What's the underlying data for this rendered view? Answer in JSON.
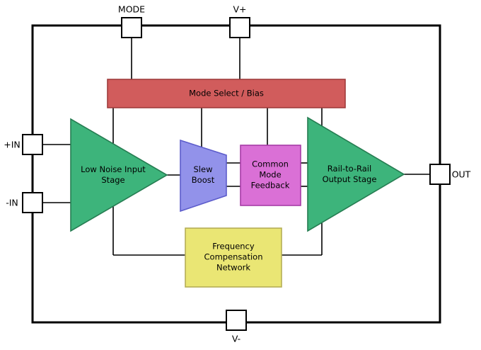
{
  "pins": {
    "mode": "MODE",
    "v_plus": "V+",
    "v_minus": "V-",
    "in_plus": "+IN",
    "in_minus": "-IN",
    "out": "OUT"
  },
  "blocks": {
    "mode_select_bias": {
      "label": "Mode Select / Bias",
      "shape": "rectangle",
      "fill": "#d15c5c",
      "stroke": "#a03c3c"
    },
    "low_noise_input_stage": {
      "label": "Low Noise Input\nStage",
      "shape": "triangle",
      "fill": "#3db47b",
      "stroke": "#267d52"
    },
    "slew_boost": {
      "label": "Slew\nBoost",
      "shape": "trapezoid",
      "fill": "#9292ea",
      "stroke": "#5d5dcb"
    },
    "common_mode_feedback": {
      "label": "Common\nMode\nFeedback",
      "shape": "rectangle",
      "fill": "#da70d6",
      "stroke": "#a63ca6"
    },
    "rail_to_rail_output_stage": {
      "label": "Rail-to-Rail\nOutput Stage",
      "shape": "triangle",
      "fill": "#3db47b",
      "stroke": "#267d52"
    },
    "frequency_compensation_network": {
      "label": "Frequency\nCompensation\nNetwork",
      "shape": "rectangle",
      "fill": "#eae674",
      "stroke": "#b5ae56"
    }
  },
  "connections": [
    "MODE -> Mode Select / Bias",
    "V+ -> Mode Select / Bias",
    "Mode Select / Bias -> Low Noise Input Stage",
    "Mode Select / Bias -> Slew Boost",
    "Mode Select / Bias -> Common Mode Feedback",
    "Mode Select / Bias -> Rail-to-Rail Output Stage",
    "+IN -> Low Noise Input Stage",
    "-IN -> Low Noise Input Stage",
    "Low Noise Input Stage -> Slew Boost",
    "Slew Boost -> Common Mode Feedback",
    "Common Mode Feedback -> Rail-to-Rail Output Stage",
    "Rail-to-Rail Output Stage -> OUT",
    "Frequency Compensation Network <-> Low Noise Input Stage",
    "Frequency Compensation Network <-> Rail-to-Rail Output Stage"
  ],
  "colors": {
    "background": "#ffffff",
    "boundary": "#000000",
    "wire": "#000000",
    "pin_fill": "#ffffff",
    "pin_stroke": "#000000",
    "text": "#000000"
  }
}
